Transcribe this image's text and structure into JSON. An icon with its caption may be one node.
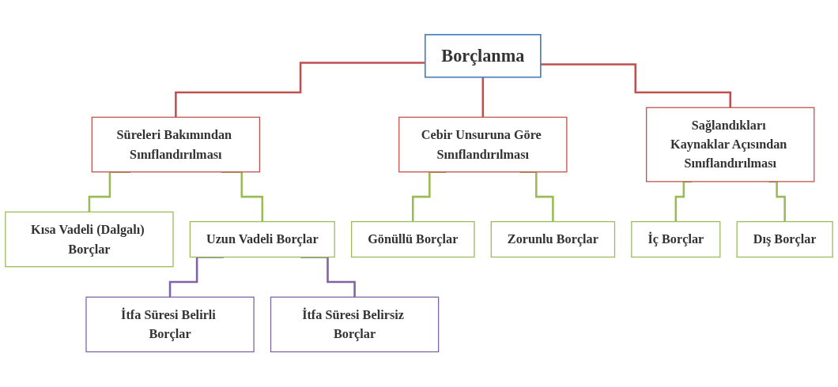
{
  "diagram": {
    "nodes": [
      {
        "text": [
          "Borçlanma"
        ]
      },
      {
        "text": [
          "Süreleri Bakımından Sınıflandırılması"
        ]
      },
      {
        "text": [
          "Cebir Unsuruna Göre Sınıflandırılması"
        ]
      },
      {
        "text": [
          "Sağlandıkları Kaynaklar Açısından Sınıflandırılması"
        ]
      },
      {
        "text": [
          "Kısa Vadeli (Dalgalı) Borçlar"
        ]
      },
      {
        "text": [
          "Uzun Vadeli Borçlar"
        ]
      },
      {
        "text": [
          "Gönüllü Borçlar"
        ]
      },
      {
        "text": [
          "Zorunlu Borçlar"
        ]
      },
      {
        "text": [
          "İç Borçlar"
        ]
      },
      {
        "text": [
          "Dış Borçlar"
        ]
      },
      {
        "text": [
          "İtfa Süresi Belirli Borçlar"
        ]
      },
      {
        "text": [
          "İtfa Süresi Belirsiz Borçlar"
        ]
      }
    ],
    "edges": [
      {
        "from": 0,
        "to": 1,
        "arrow": "none",
        "color": "#c0504d"
      },
      {
        "from": 0,
        "to": 2,
        "arrow": "none",
        "color": "#c0504d"
      },
      {
        "from": 0,
        "to": 3,
        "arrow": "none",
        "color": "#c0504d"
      },
      {
        "from": 1,
        "to": 4,
        "arrow": "none"
      },
      {
        "from": 1,
        "to": 5,
        "arrow": "none"
      },
      {
        "from": 2,
        "to": 6,
        "arrow": "none"
      },
      {
        "from": 2,
        "to": 7,
        "arrow": "none"
      },
      {
        "from": 3,
        "to": 8,
        "arrow": "none"
      },
      {
        "from": 3,
        "to": 9,
        "arrow": "none"
      },
      {
        "from": 5,
        "to": 10,
        "arrow": "none",
        "color": "#8064a2"
      },
      {
        "from": 5,
        "to": 11,
        "arrow": "none",
        "color": "#8064a2"
      }
    ]
  }
}
